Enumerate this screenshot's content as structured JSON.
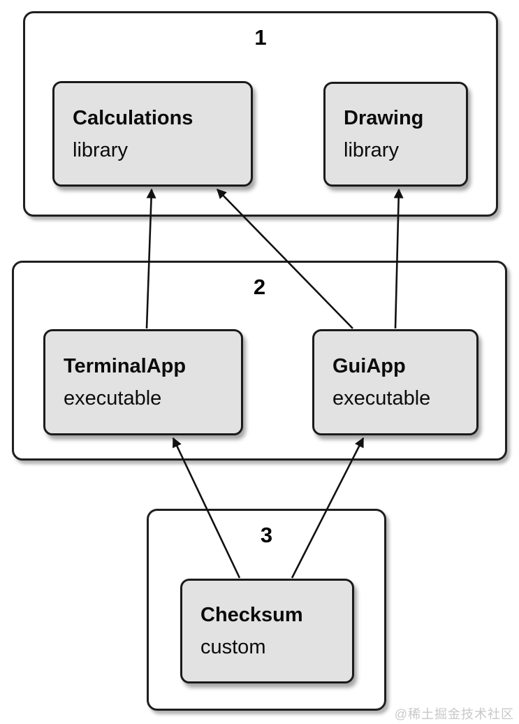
{
  "diagram": {
    "groups": [
      {
        "label": "1",
        "nodes": [
          {
            "title": "Calculations",
            "subtitle": "library"
          },
          {
            "title": "Drawing",
            "subtitle": "library"
          }
        ]
      },
      {
        "label": "2",
        "nodes": [
          {
            "title": "TerminalApp",
            "subtitle": "executable"
          },
          {
            "title": "GuiApp",
            "subtitle": "executable"
          }
        ]
      },
      {
        "label": "3",
        "nodes": [
          {
            "title": "Checksum",
            "subtitle": "custom"
          }
        ]
      }
    ],
    "edges": [
      {
        "from": "TerminalApp",
        "to": "Calculations"
      },
      {
        "from": "GuiApp",
        "to": "Calculations"
      },
      {
        "from": "GuiApp",
        "to": "Drawing"
      },
      {
        "from": "Checksum",
        "to": "TerminalApp"
      },
      {
        "from": "Checksum",
        "to": "GuiApp"
      }
    ],
    "colors": {
      "node_fill": "#e2e2e2",
      "border": "#1b1b1b",
      "arrow": "#111111",
      "background": "#ffffff",
      "watermark": "#c8c8c8"
    }
  },
  "watermark": "@稀土掘金技术社区"
}
